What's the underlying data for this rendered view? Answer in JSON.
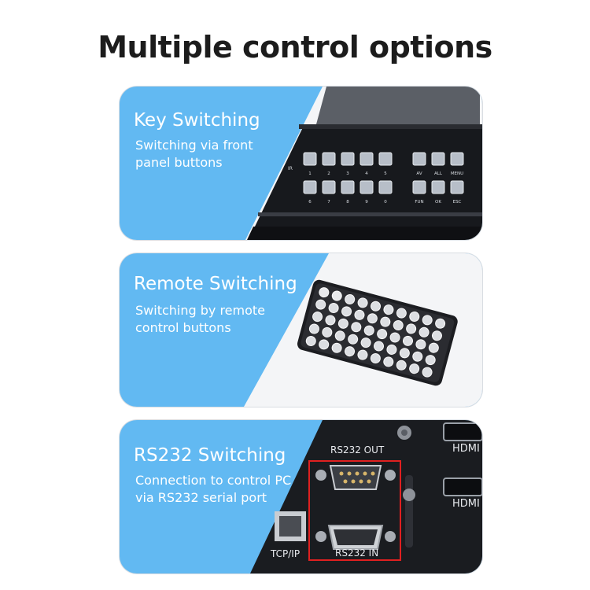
{
  "title": "Multiple control options",
  "cards": [
    {
      "heading": "Key Switching",
      "desc_lines": [
        "Switching via front",
        "panel buttons"
      ],
      "panel": {
        "ir_label": "IR",
        "row1": [
          "1",
          "2",
          "3",
          "4",
          "5"
        ],
        "row1_right": [
          "AV",
          "ALL",
          "MENU"
        ],
        "row2": [
          "6",
          "7",
          "8",
          "9",
          "0"
        ],
        "row2_right": [
          "FUN",
          "OK",
          "ESC"
        ]
      }
    },
    {
      "heading": "Remote Switching",
      "desc_lines": [
        "Switching by remote",
        "control buttons"
      ]
    },
    {
      "heading": "RS232 Switching",
      "desc_lines": [
        "Connection to control PC",
        "via RS232 serial port"
      ],
      "ports": {
        "rs232_out": "RS232 OUT",
        "rs232_in": "RS232 IN",
        "tcp": "TCP/IP",
        "hdmi": "HDMI"
      }
    }
  ],
  "colors": {
    "accent": "#62b9f2",
    "device": "#1b1d22",
    "highlight": "#e02020"
  }
}
